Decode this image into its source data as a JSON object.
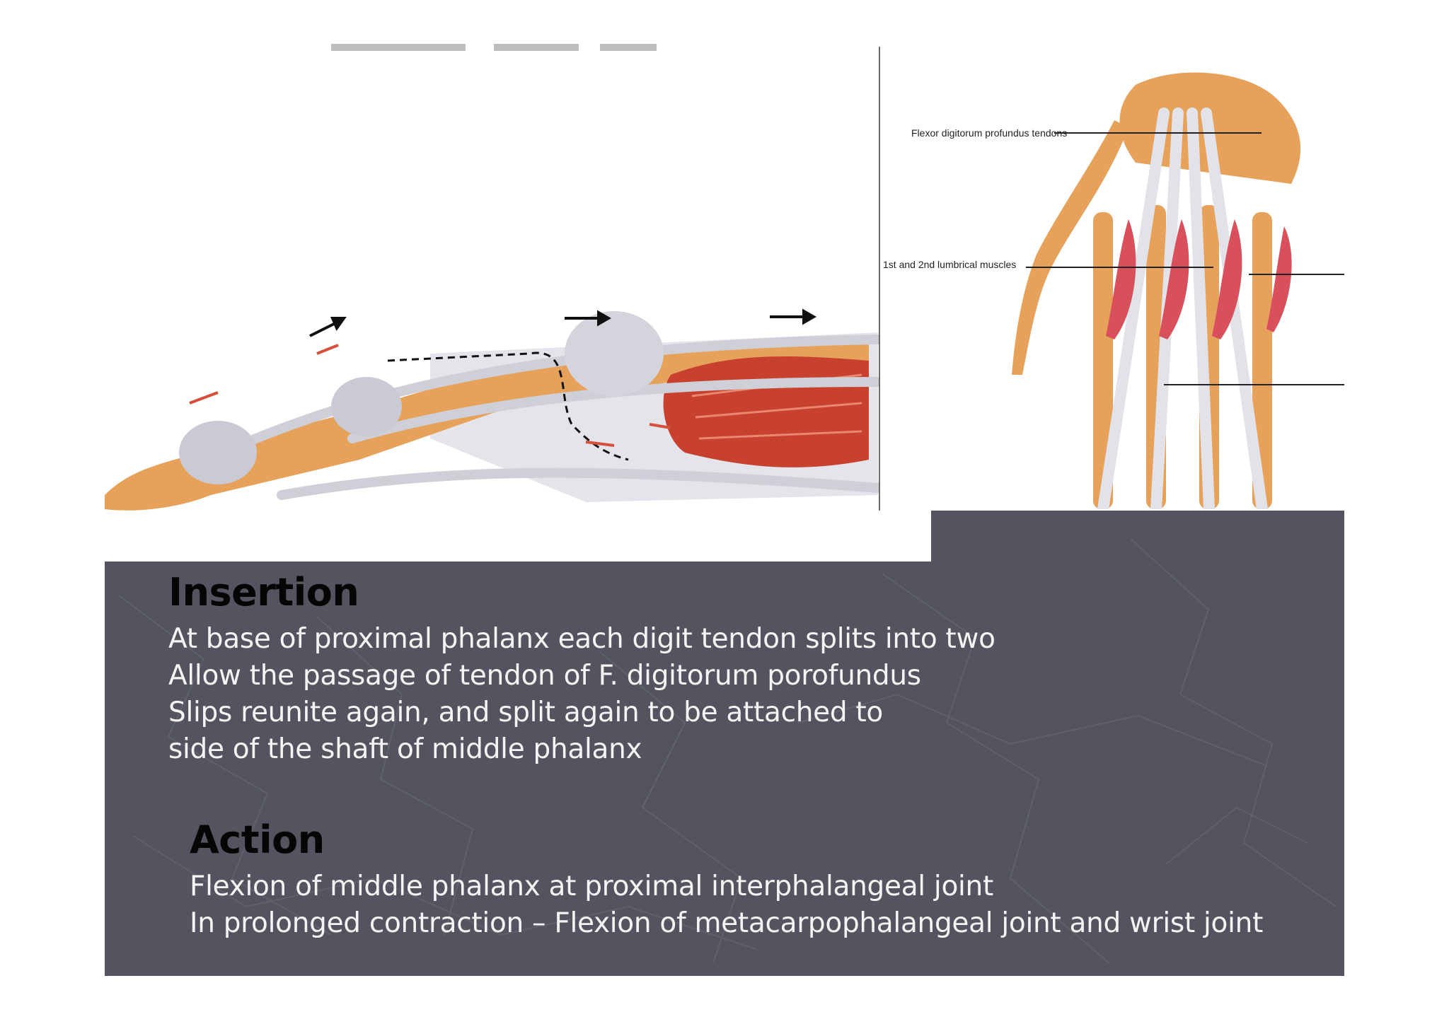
{
  "figure_labels": {
    "fdp_tendons": "Flexor digitorum profundus tendons",
    "lumbricals": "1st and 2nd lumbrical muscles"
  },
  "insertion": {
    "heading": "Insertion",
    "lines": [
      "At base of proximal phalanx each digit tendon splits into two",
      "Allow the passage of tendon of F. digitorum porofundus",
      "Slips reunite again, and split again to be attached to",
      "side of the shaft of middle phalanx"
    ]
  },
  "action": {
    "heading": "Action",
    "lines": [
      "Flexion of middle phalanx at proximal interphalangeal joint",
      "In prolonged contraction – Flexion of metacarpophalangeal joint and wrist joint"
    ]
  },
  "colors": {
    "panel": "#53545f",
    "heading_text": "#050505",
    "body_text": "#f4f4f4",
    "bone": "#e6a15a",
    "muscle": "#c8412e",
    "tendon": "#d9d9df"
  }
}
